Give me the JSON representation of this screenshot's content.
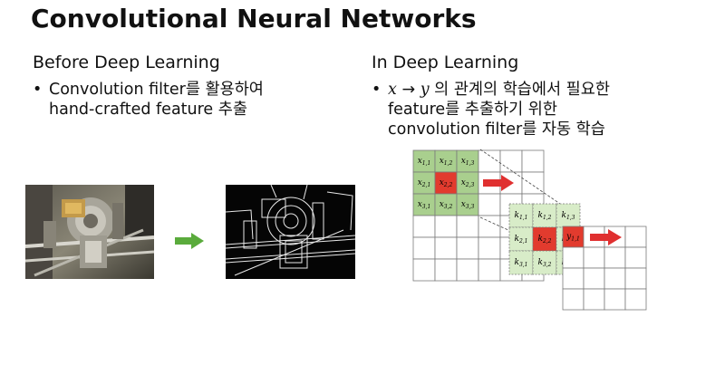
{
  "title": "Convolutional Neural Networks",
  "left": {
    "heading": "Before Deep Learning",
    "bullet_line1": "Convolution filter를 활용하여",
    "bullet_line2": "hand-crafted feature 추출"
  },
  "right": {
    "heading": "In Deep Learning",
    "bullet_x": "x",
    "bullet_arrow": "→",
    "bullet_y": "y",
    "bullet_line1_rest": "의 관계의 학습에서 필요한",
    "bullet_line2": "feature를 추출하기 위한",
    "bullet_line3": "convolution filter를 자동 학습"
  },
  "bullet_symbol": "•",
  "diagram": {
    "x_cells": [
      [
        "x1,1",
        "x1,2",
        "x1,3"
      ],
      [
        "x2,1",
        "x2,2",
        "x2,3"
      ],
      [
        "x3,1",
        "x3,2",
        "x3,3"
      ]
    ],
    "k_cells": [
      [
        "k1,1",
        "k1,2",
        "k1,3"
      ],
      [
        "k2,1",
        "k2,2",
        "k2,3"
      ],
      [
        "k3,1",
        "k3,2",
        "k3,3"
      ]
    ],
    "y_cell": "y1,1",
    "colors": {
      "input_highlight": "#a9cf8e",
      "center_red": "#e23b2e",
      "kernel_highlight": "#d8ecc8",
      "arrow_red": "#e03030",
      "arrow_green": "#5aab3c"
    }
  }
}
